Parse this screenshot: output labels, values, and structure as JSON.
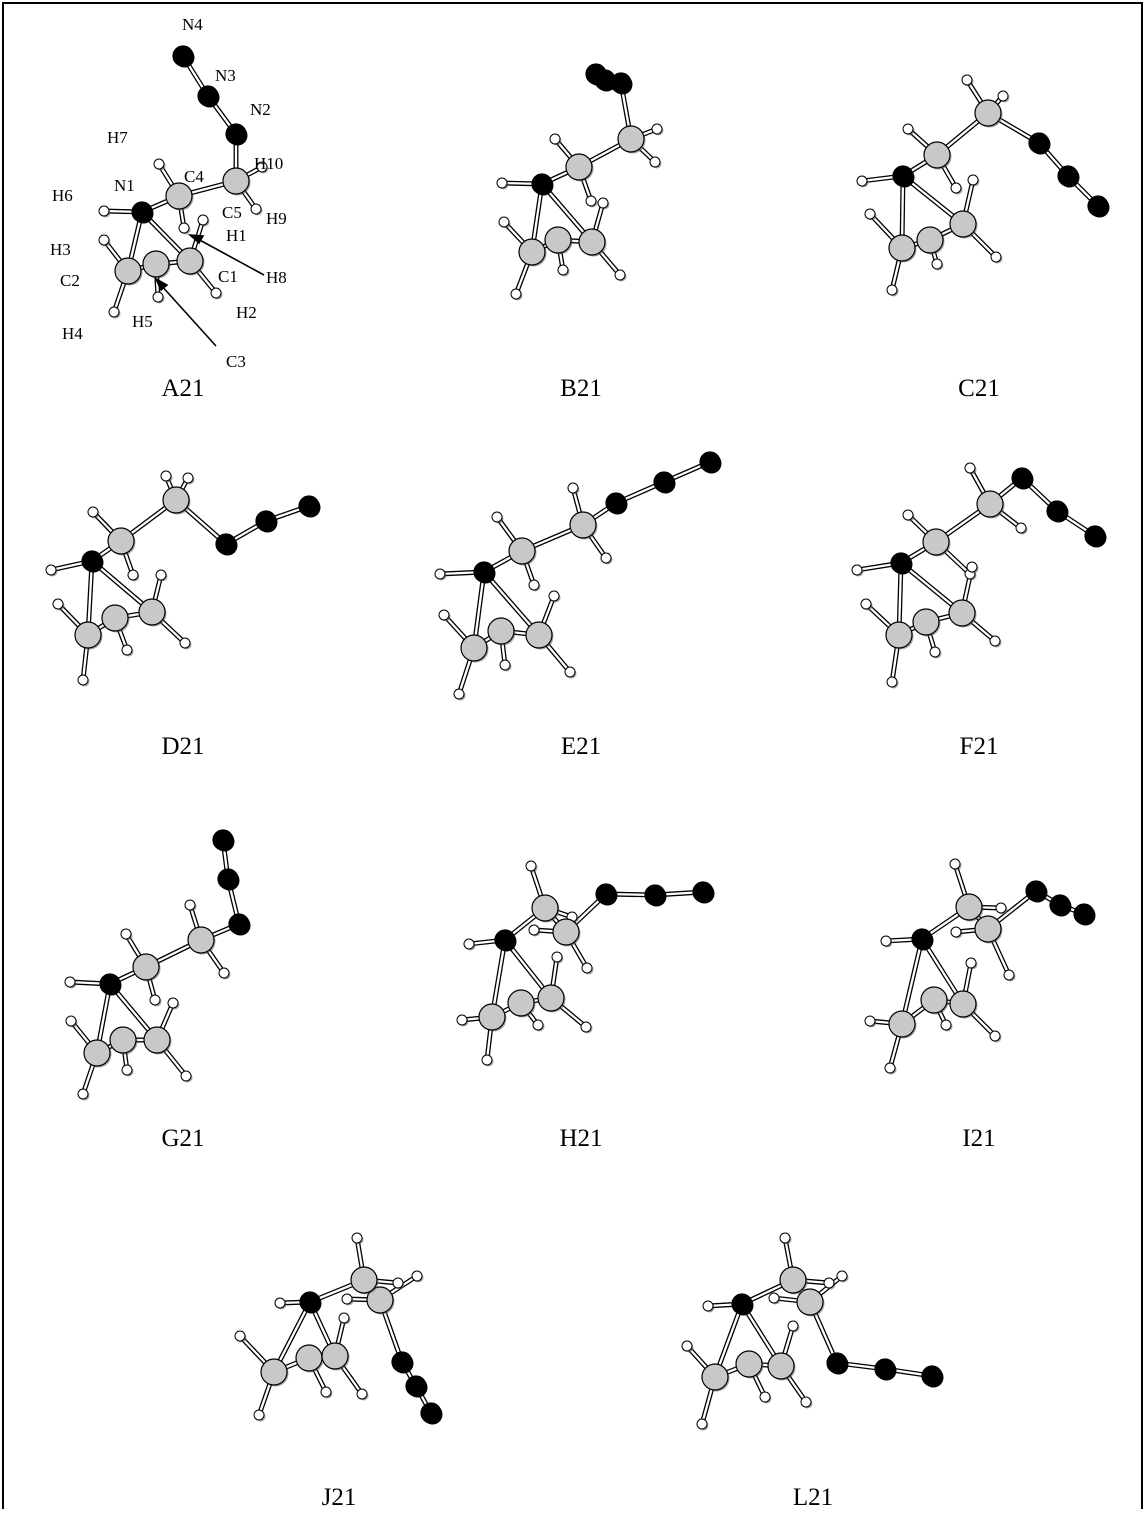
{
  "figure": {
    "colors": {
      "carbon": "#c8c8c8",
      "nitrogen": "#000000",
      "hydrogen": "#ffffff",
      "outline": "#000000"
    },
    "structure_a_atom_labels": [
      "N4",
      "N3",
      "N2",
      "H7",
      "H10",
      "N1",
      "C4",
      "H6",
      "C5",
      "H9",
      "H1",
      "H3",
      "H8",
      "C2",
      "C1",
      "H2",
      "H5",
      "H4",
      "C3"
    ],
    "panels": [
      {
        "id": "a",
        "caption": "A21"
      },
      {
        "id": "b",
        "caption": "B21"
      },
      {
        "id": "c",
        "caption": "C21"
      },
      {
        "id": "d",
        "caption": "D21"
      },
      {
        "id": "e",
        "caption": "E21"
      },
      {
        "id": "f",
        "caption": "F21"
      },
      {
        "id": "g",
        "caption": "G21"
      },
      {
        "id": "h",
        "caption": "H21"
      },
      {
        "id": "i",
        "caption": "I21"
      },
      {
        "id": "j",
        "caption": "J21"
      },
      {
        "id": "l",
        "caption": "L21"
      }
    ]
  }
}
